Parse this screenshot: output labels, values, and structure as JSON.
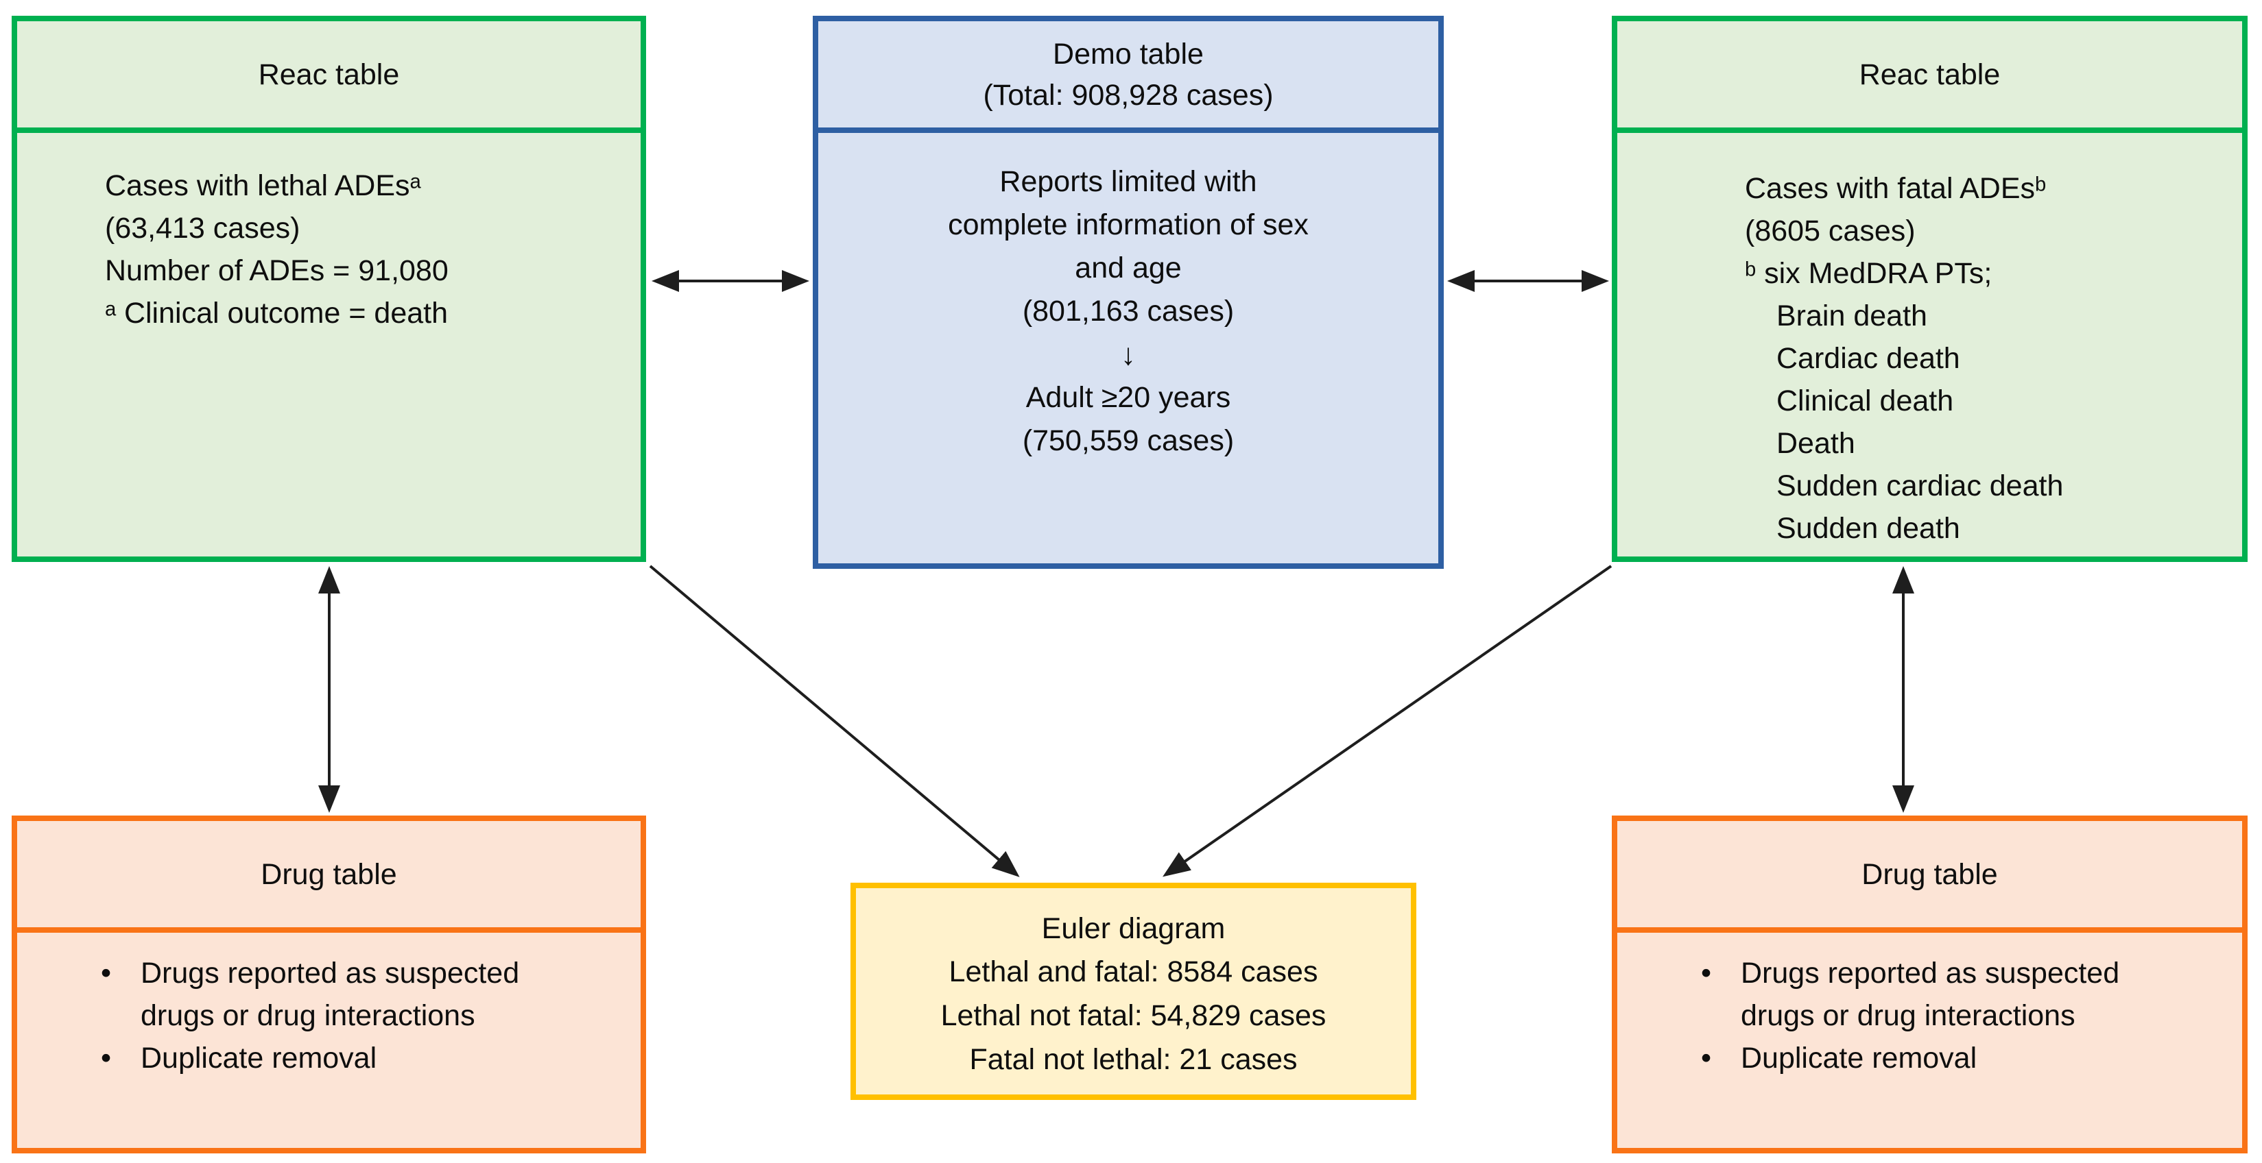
{
  "figure": {
    "kind": "study flow diagram",
    "connections": [
      "reac_left <-> demo",
      "demo <-> reac_right",
      "reac_left <-> drug_left",
      "reac_right <-> drug_right",
      "reac_left -> euler",
      "reac_right -> euler"
    ]
  },
  "glyphs": {
    "bullet": "•"
  },
  "colors": {
    "green_border": "#00B050",
    "green_fill": "#E2EFDA",
    "blue_border": "#2E5FA3",
    "blue_fill": "#D9E2F2",
    "orange_border": "#F97316",
    "orange_fill": "#FCE4D6",
    "yellow_border": "#FFC000",
    "yellow_fill": "#FFF2CC",
    "arrow": "#1E1E1E",
    "text": "#0E0E0E",
    "background": "#FFFFFF"
  },
  "boxes": {
    "reac_left": {
      "title": "Reac table",
      "lines": [
        "Cases with lethal ADEsᵃ",
        "(63,413 cases)",
        "Number of ADEs = 91,080",
        "ᵃ Clinical outcome = death"
      ]
    },
    "demo": {
      "title_lines": [
        "Demo table",
        "(Total: 908,928 cases)"
      ],
      "lines": [
        "Reports limited with",
        "complete information of sex",
        "and age",
        "(801,163 cases)",
        "↓",
        "Adult ≥20 years",
        "(750,559 cases)"
      ]
    },
    "reac_right": {
      "title": "Reac table",
      "lines": [
        "Cases with fatal ADEsᵇ",
        "(8605 cases)",
        "ᵇ six MedDRA PTs;"
      ],
      "list": [
        "Brain death",
        "Cardiac death",
        "Clinical death",
        "Death",
        "Sudden cardiac death",
        "Sudden death"
      ]
    },
    "drug_left": {
      "title": "Drug table",
      "bullets": [
        "Drugs reported as suspected drugs or drug interactions",
        "Duplicate removal"
      ]
    },
    "euler": {
      "title": "Euler diagram",
      "lines": [
        "Lethal and fatal: 8584 cases",
        "Lethal not fatal: 54,829 cases",
        "Fatal not lethal: 21 cases"
      ]
    },
    "drug_right": {
      "title": "Drug table",
      "bullets": [
        "Drugs reported as suspected drugs or drug interactions",
        "Duplicate removal"
      ]
    }
  }
}
